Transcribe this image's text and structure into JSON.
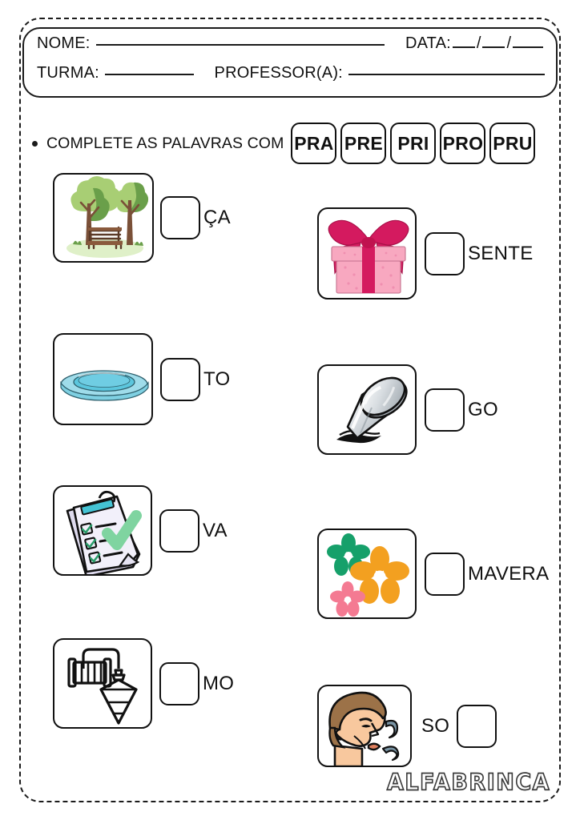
{
  "header": {
    "nome_label": "NOME:",
    "data_label": "DATA:",
    "turma_label": "TURMA:",
    "professor_label": "PROFESSOR(A):",
    "date_separator": "/"
  },
  "instruction": {
    "text": "COMPLETE AS PALAVRAS COM",
    "syllables": [
      "PRA",
      "PRE",
      "PRI",
      "PRO",
      "PRU"
    ]
  },
  "exercises": [
    {
      "id": "praca",
      "picture": "park-bench-trees-image",
      "lead": "",
      "word_part": "ÇA",
      "answer": ""
    },
    {
      "id": "presente",
      "picture": "gift-box-image",
      "lead": "",
      "word_part": "SENTE",
      "answer": ""
    },
    {
      "id": "prato",
      "picture": "plate-image",
      "lead": "",
      "word_part": "TO",
      "answer": ""
    },
    {
      "id": "prego",
      "picture": "nail-image",
      "lead": "",
      "word_part": "GO",
      "answer": ""
    },
    {
      "id": "prova",
      "picture": "clipboard-checklist-image",
      "lead": "",
      "word_part": "VA",
      "answer": ""
    },
    {
      "id": "primavera",
      "picture": "flowers-image",
      "lead": "",
      "word_part": "MAVERA",
      "answer": ""
    },
    {
      "id": "prumo",
      "picture": "plumb-bob-image",
      "lead": "",
      "word_part": "MO",
      "answer": ""
    },
    {
      "id": "sopro",
      "picture": "face-blowing-image",
      "lead": "SO",
      "word_part": "",
      "answer": ""
    }
  ],
  "watermark": {
    "text": "ALFABRINCA"
  },
  "colors": {
    "ink": "#1b1b1b",
    "tree_light": "#a8ce74",
    "tree_dark": "#6a9f4a",
    "trunk": "#7a5038",
    "ground": "#dff0c8",
    "gift_box": "#f8a8c0",
    "gift_bow": "#d41a5f",
    "plate_blue": "#6fc9dd",
    "nail_metal": "#cfd4d8",
    "clip_paper": "#e8e6f2",
    "clip_teal": "#44c3d4",
    "check_green": "#7fd4a0",
    "flower_green": "#16a06a",
    "flower_orange": "#f3a020",
    "flower_pink": "#f47a92",
    "skin": "#f8c89e",
    "hair": "#9c7248",
    "breath": "#7a95a5"
  }
}
